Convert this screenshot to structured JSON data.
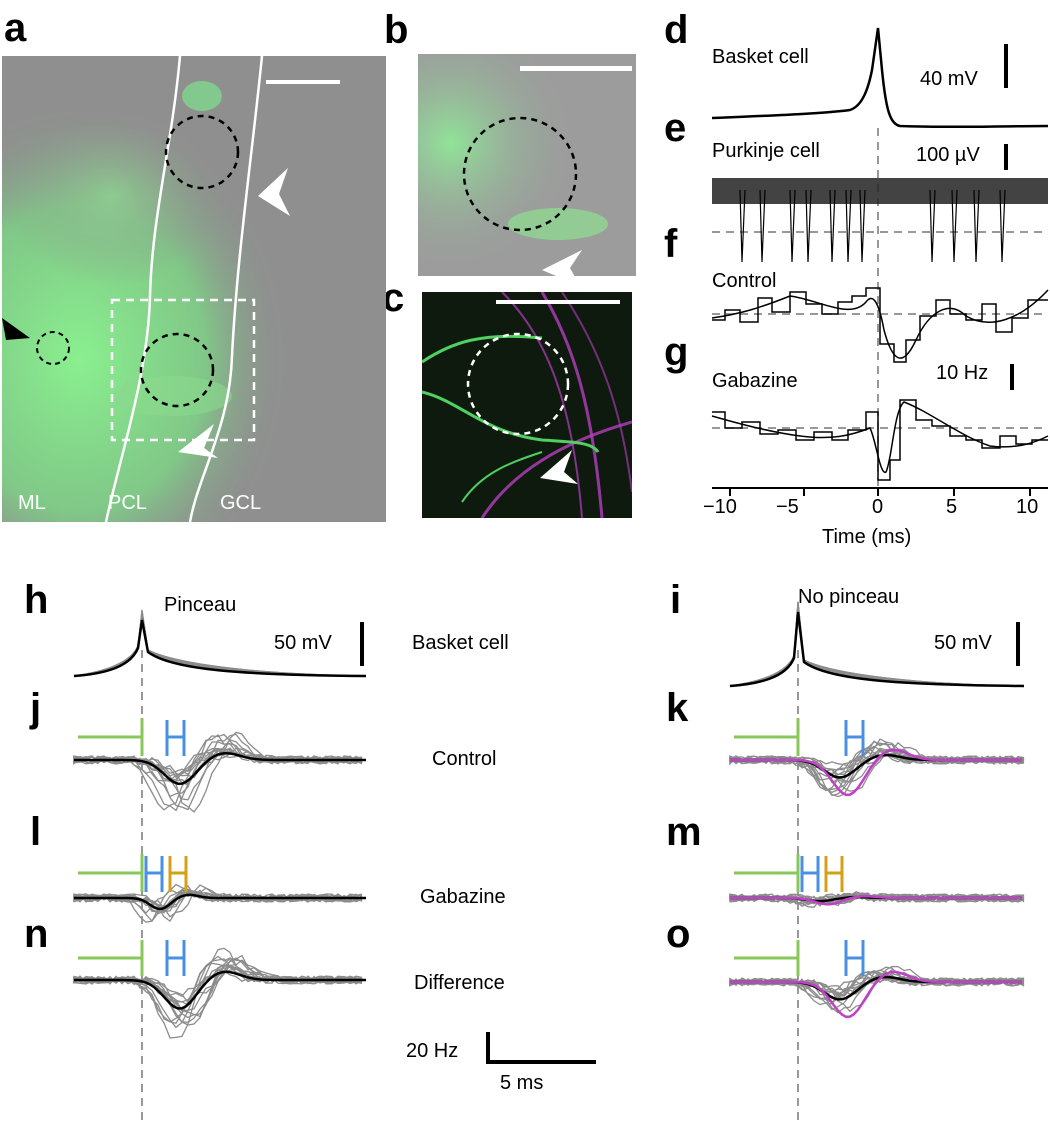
{
  "panel_labels": {
    "a": "a",
    "b": "b",
    "c": "c",
    "d": "d",
    "e": "e",
    "f": "f",
    "g": "g",
    "h": "h",
    "i": "i",
    "j": "j",
    "k": "k",
    "l": "l",
    "m": "m",
    "n": "n",
    "o": "o"
  },
  "panel_a": {
    "layers": [
      "ML",
      "PCL",
      "GCL"
    ]
  },
  "traces": {
    "basket_cell": "Basket cell",
    "purkinje_cell": "Purkinje cell",
    "control": "Control",
    "gabazine": "Gabazine",
    "difference": "Difference",
    "pinceau": "Pinceau",
    "no_pinceau": "No pinceau"
  },
  "scale_bars": {
    "d_mv": "40 mV",
    "e_uv": "100 µV",
    "g_hz": "10 Hz",
    "h_mv": "50 mV",
    "i_mv": "50 mV",
    "bottom_hz": "20 Hz",
    "bottom_ms": "5 ms"
  },
  "axis": {
    "xlabel": "Time (ms)",
    "ticks": [
      "−10",
      "−5",
      "0",
      "5",
      "10"
    ]
  },
  "colors": {
    "fluor_green": "#6ee07a",
    "magenta": "#c040c8",
    "light_green": "#88c85a",
    "blue": "#4a90e2",
    "orange": "#d4a017",
    "grey_trace": "#8c8c8c"
  }
}
